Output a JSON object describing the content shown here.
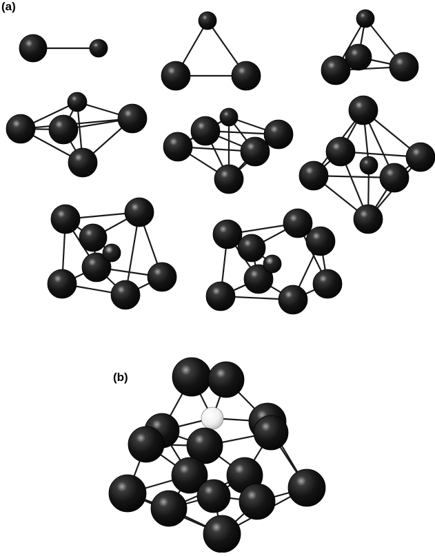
{
  "figure": {
    "panel_a_label": "(a)",
    "panel_b_label": "(b)"
  },
  "colors": {
    "atom_dark": "#111111",
    "atom_highlight": "#9a9a9a",
    "dopant_light": "#f2f2f2",
    "bond": "#1a1a1a",
    "background": "#ffffff"
  },
  "clusters": [
    {
      "name": "cluster-dimer",
      "atoms": 2
    },
    {
      "name": "cluster-trimer",
      "atoms": 3
    },
    {
      "name": "cluster-tetramer",
      "atoms": 4
    },
    {
      "name": "cluster-5",
      "atoms": 5
    },
    {
      "name": "cluster-6",
      "atoms": 6
    },
    {
      "name": "cluster-7",
      "atoms": 7
    },
    {
      "name": "cluster-8",
      "atoms": 8
    },
    {
      "name": "cluster-9",
      "atoms": 9
    },
    {
      "name": "cluster-large",
      "atoms": 17
    }
  ]
}
